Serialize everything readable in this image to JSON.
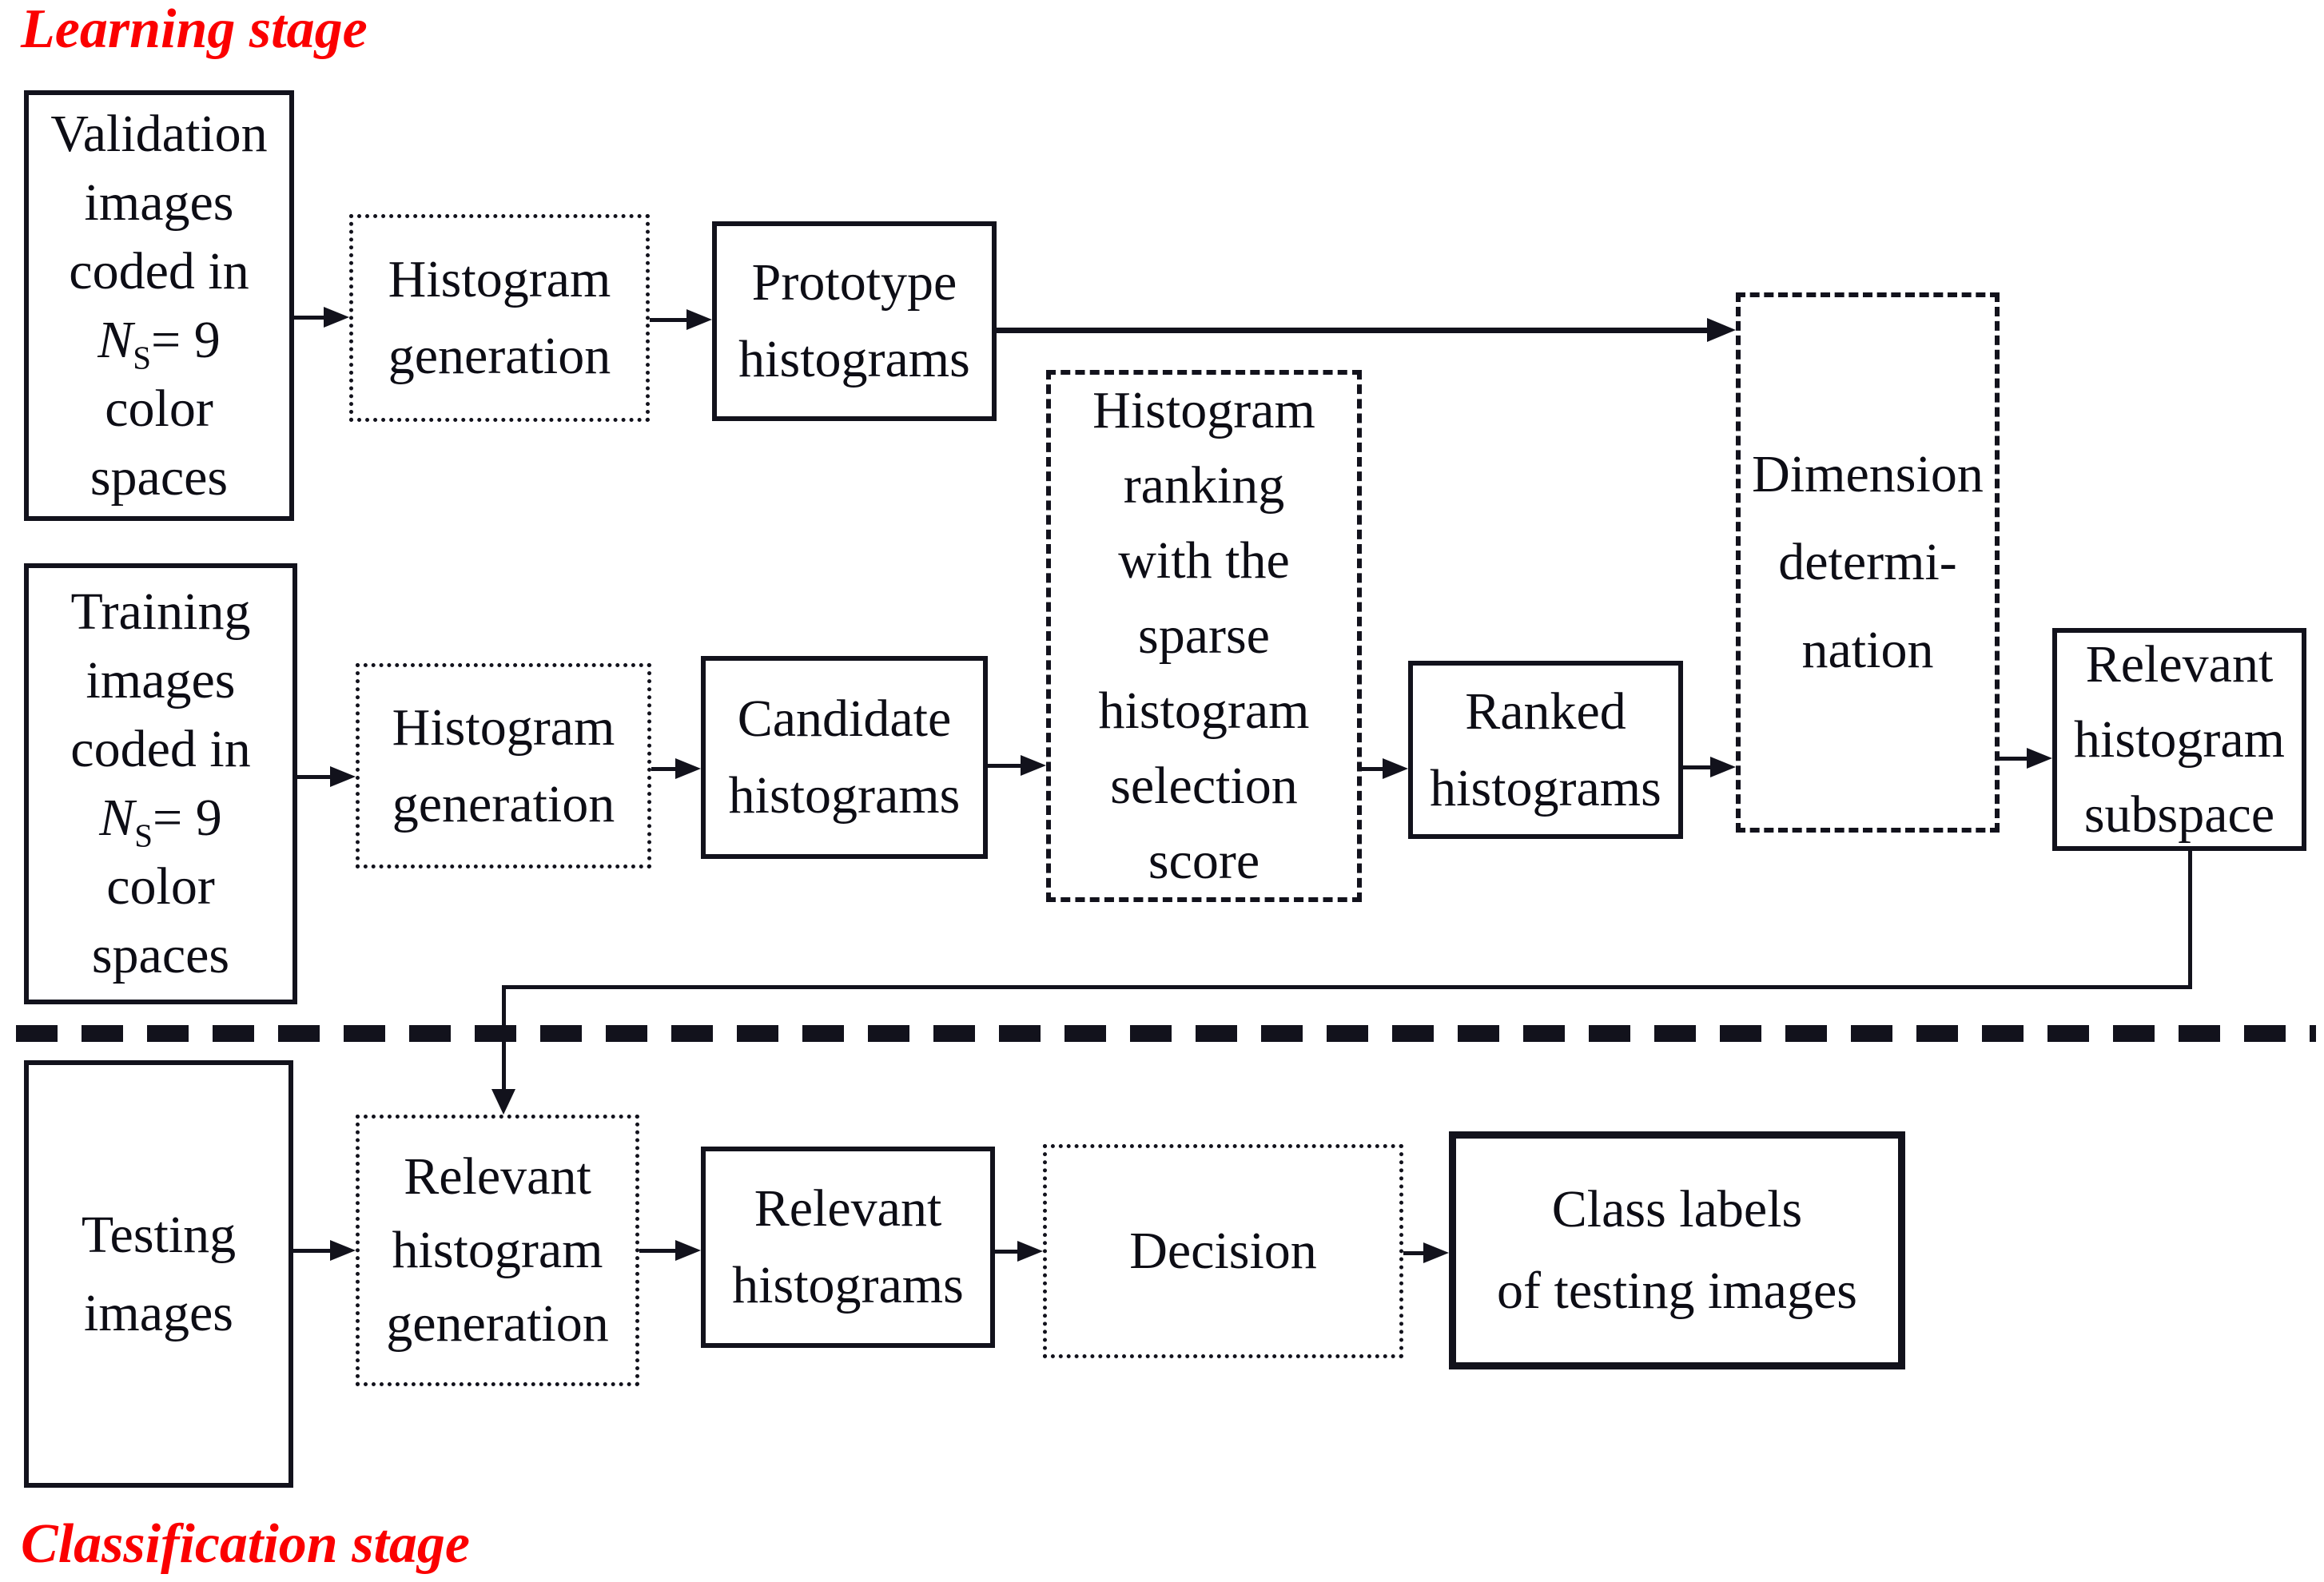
{
  "stage_labels": {
    "learning": "Learning stage",
    "classification": "Classification stage"
  },
  "colors": {
    "ink": "#12121c",
    "accent_red": "#fb0000",
    "background": "#ffffff"
  },
  "boxes": {
    "validation": {
      "lines_top": [
        "Validation",
        "images",
        "coded in"
      ],
      "ns": {
        "pre": "N",
        "sub": "S",
        "post": "= 9"
      },
      "lines_bottom": [
        "color",
        "spaces"
      ]
    },
    "histogram_generation_top": {
      "lines": [
        "Histogram",
        "generation"
      ]
    },
    "prototype_histograms": {
      "lines": [
        "Prototype",
        "histograms"
      ]
    },
    "training": {
      "lines_top": [
        "Training",
        "images",
        "coded in"
      ],
      "ns": {
        "pre": "N",
        "sub": "S",
        "post": "= 9"
      },
      "lines_bottom": [
        "color",
        "spaces"
      ]
    },
    "histogram_generation_bottom": {
      "lines": [
        "Histogram",
        "generation"
      ]
    },
    "candidate_histograms": {
      "lines": [
        "Candidate",
        "histograms"
      ]
    },
    "histogram_ranking": {
      "lines": [
        "Histogram",
        "ranking",
        "with the",
        "sparse",
        "histogram",
        "selection",
        "score"
      ]
    },
    "ranked_histograms": {
      "lines": [
        "Ranked",
        "histograms"
      ]
    },
    "dimension_determination": {
      "lines": [
        "Dimension",
        "determi-",
        "nation"
      ]
    },
    "relevant_histogram_subspace": {
      "lines": [
        "Relevant",
        "histogram",
        "subspace"
      ]
    },
    "testing_images": {
      "lines": [
        "Testing",
        "images"
      ]
    },
    "relevant_histogram_generation": {
      "lines": [
        "Relevant",
        "histogram",
        "generation"
      ]
    },
    "relevant_histograms": {
      "lines": [
        "Relevant",
        "histograms"
      ]
    },
    "decision": {
      "lines": [
        "Decision"
      ]
    },
    "class_labels": {
      "lines": [
        "Class labels",
        "of testing images"
      ]
    }
  }
}
